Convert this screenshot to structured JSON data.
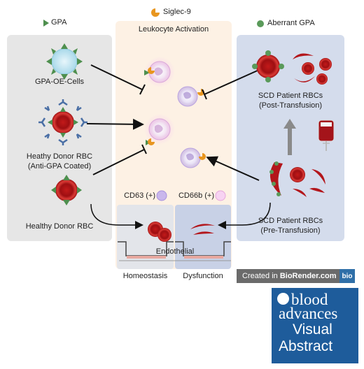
{
  "legend": {
    "gpa": "GPA",
    "siglec": "Siglec-9",
    "aberrant": "Aberrant GPA",
    "colors": {
      "gpa": "#4e8f4e",
      "siglec": "#e8961f",
      "aberrant": "#5a9a5a"
    }
  },
  "center_title": "Leukocyte Activation",
  "left": {
    "gpa_oe": "GPA-OE-Cells",
    "healthy_coated_1": "Heathy Donor RBC",
    "healthy_coated_2": "(Anti-GPA Coated)",
    "healthy": "Healthy Donor RBC"
  },
  "right": {
    "post_1": "SCD Patient RBCs",
    "post_2": "(Post-Transfusion)",
    "pre_1": "SCD Patient RBCs",
    "pre_2": "(Pre-Transfusion)"
  },
  "markers": {
    "cd63": "CD63 (+)",
    "cd66b": "CD66b (+)"
  },
  "bottom": {
    "endothelial": "Endothelial",
    "homeostasis": "Homeostasis",
    "dysfunction": "Dysfunction"
  },
  "credit": {
    "prefix": "Created in ",
    "brand": "BioRender.com",
    "badge": "bio"
  },
  "logo": {
    "line1": "blood",
    "line2": "advances",
    "line3": "Visual",
    "line4": "Abstract"
  }
}
